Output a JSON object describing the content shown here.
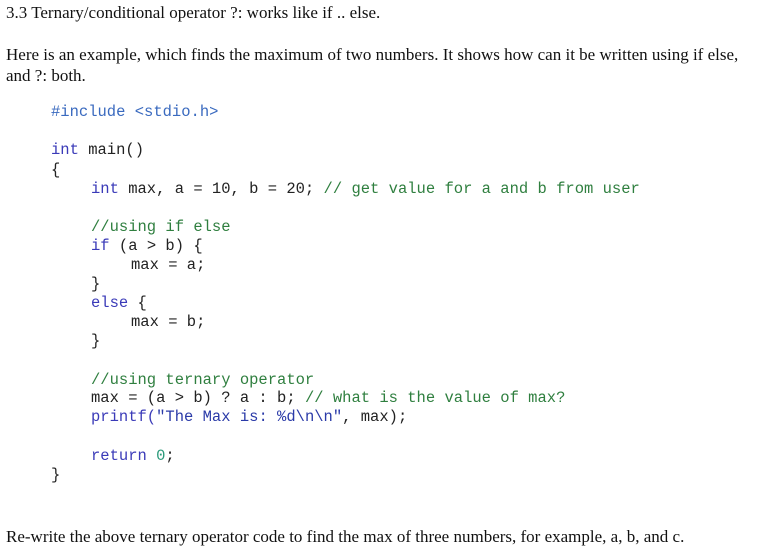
{
  "heading": "3.3 Ternary/conditional operator ?: works like if .. else.",
  "intro": "Here is an example, which finds the maximum of two numbers. It shows how can it be written using if else, and ?: both.",
  "code": {
    "include_directive": "#include <stdio.h>",
    "main_type": "int",
    "main_name": " main()",
    "open_brace": "{",
    "decl_type": "int",
    "decl_rest": " max, a = 10, b = 20; ",
    "decl_comment": "// get value for a and b from user",
    "comment_if_else": "//using if else",
    "if_kw": "if",
    "if_rest": " (a > b) {",
    "assign_a": "max = a;",
    "close_if": "}",
    "else_kw": "else",
    "else_rest": " {",
    "assign_b": "max = b;",
    "close_else": "}",
    "comment_ternary": "//using ternary operator",
    "ternary_code": "max = (a > b) ? a : b; ",
    "ternary_comment": "// what is the value of max?",
    "printf_name": "printf(",
    "printf_string": "\"The Max is: %d\\n\\n\"",
    "printf_rest": ", max);",
    "return_kw": "return",
    "return_value": " 0",
    "return_semicolon": ";",
    "close_main": "}"
  },
  "footer": "Re-write the above ternary operator code to find the max of three numbers, for example, a, b, and c."
}
